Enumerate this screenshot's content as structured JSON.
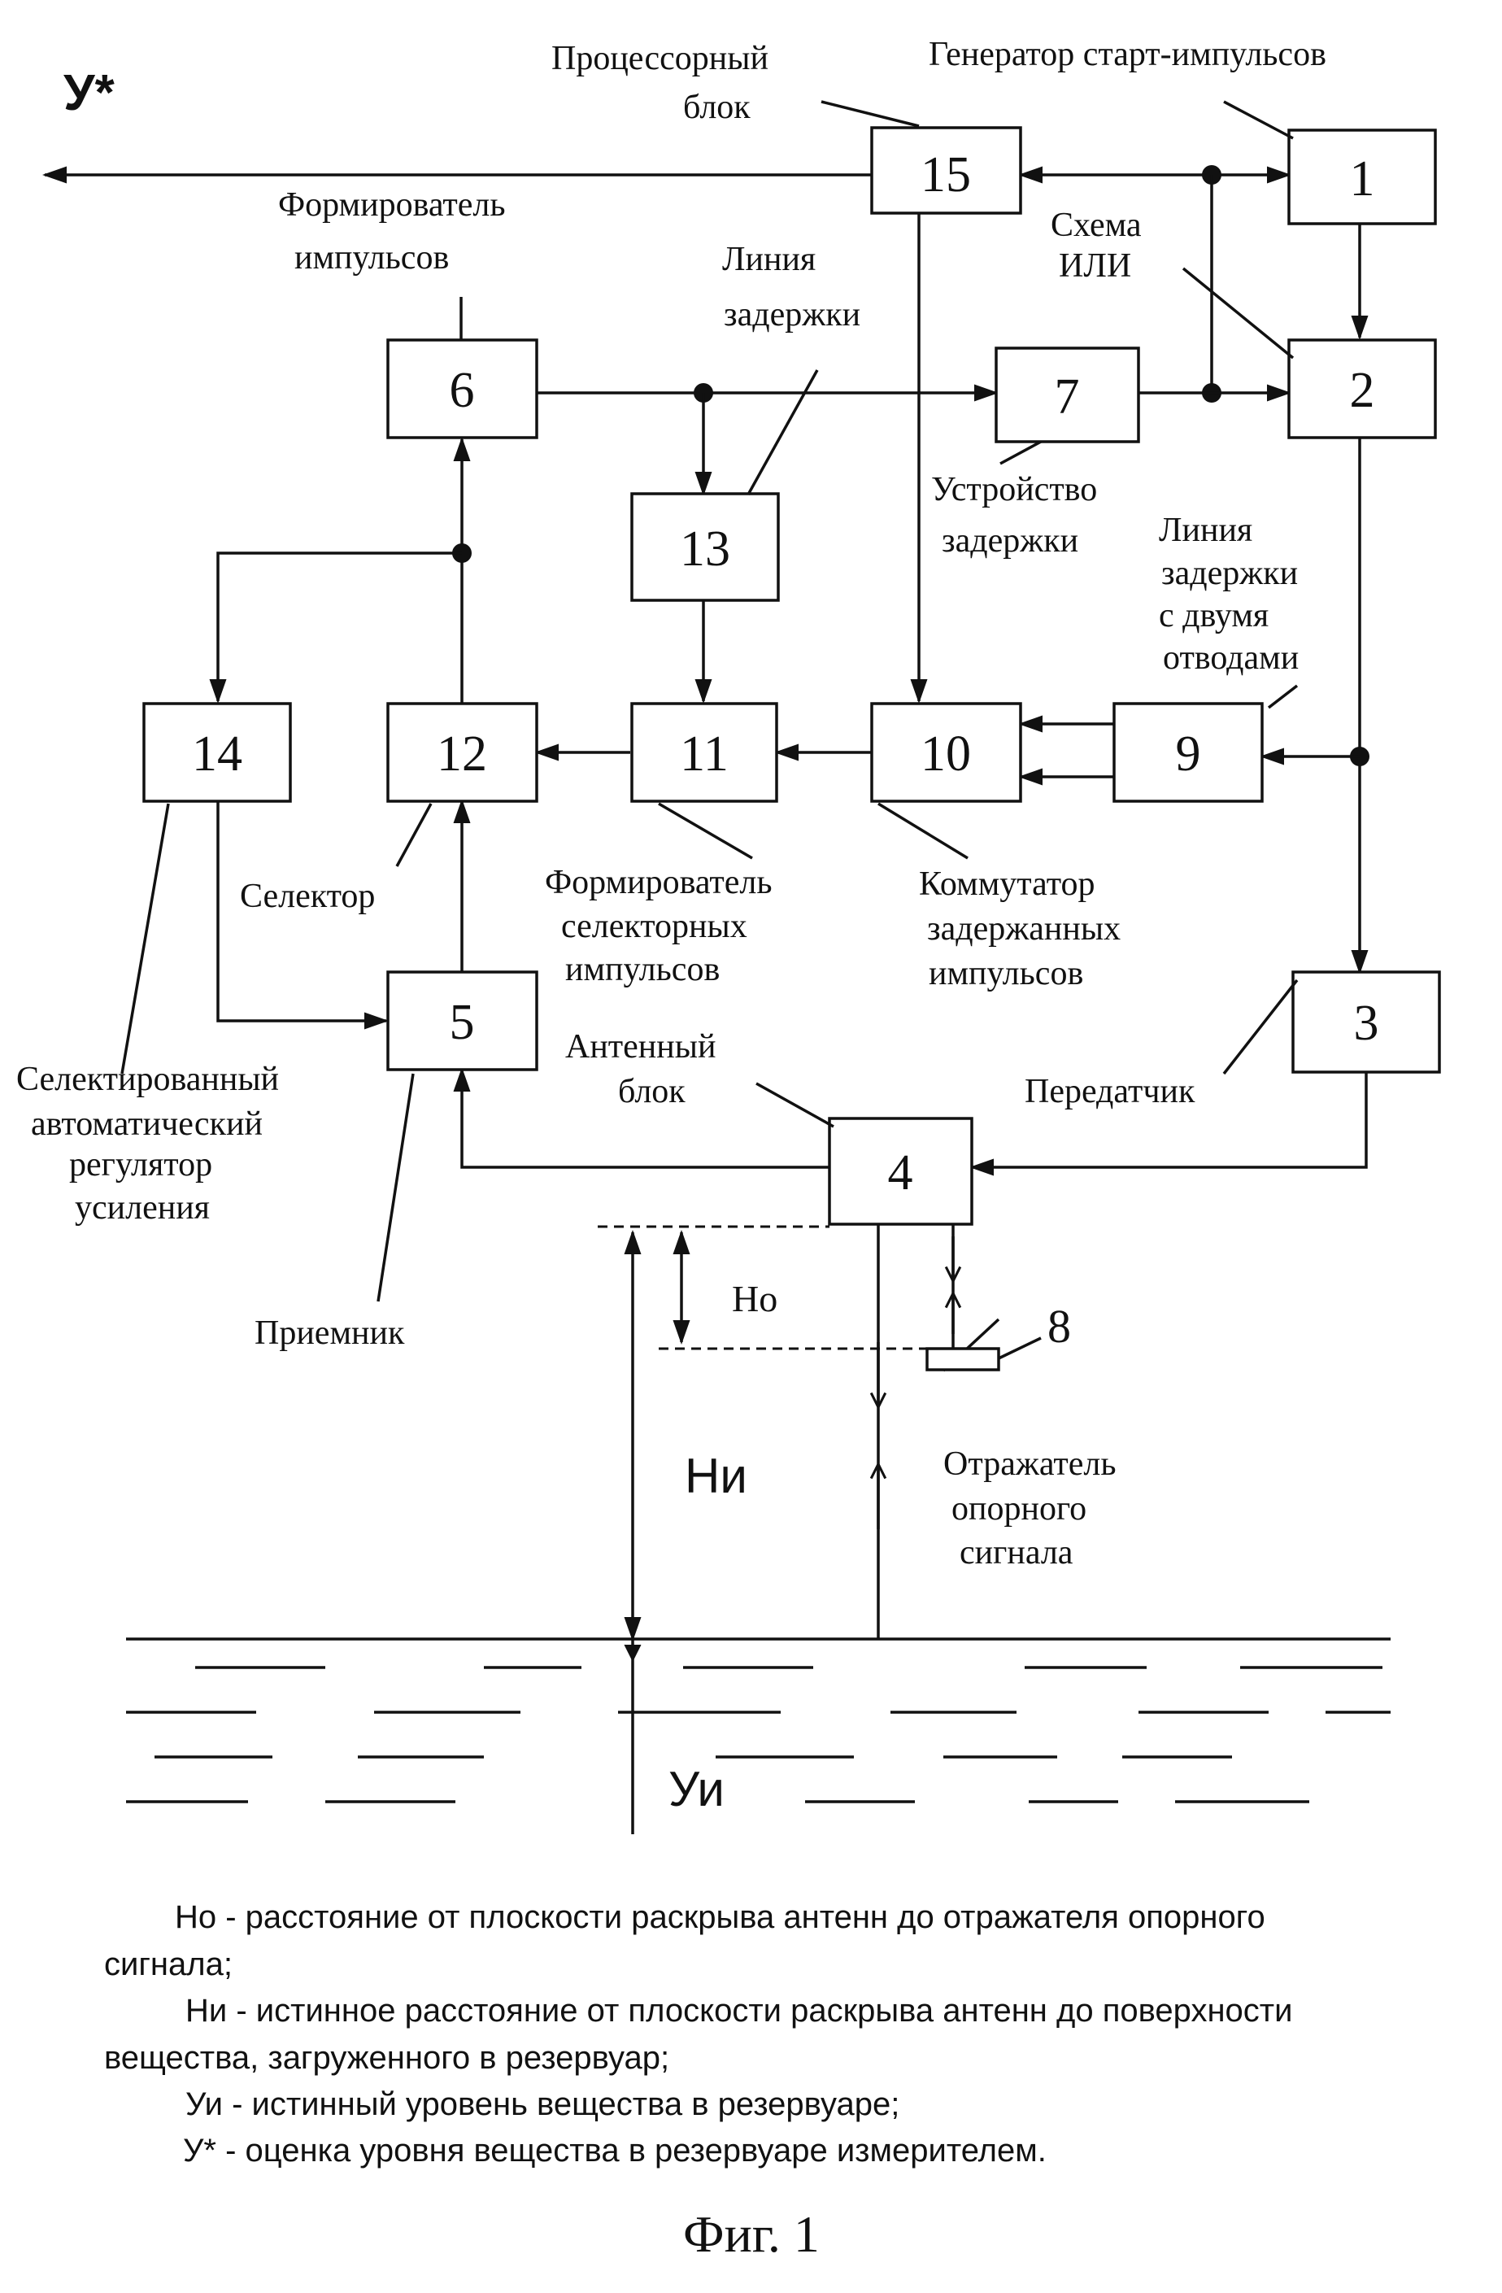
{
  "diagram": {
    "output_label": "У*",
    "blocks": {
      "b1": "1",
      "b2": "2",
      "b3": "3",
      "b4": "4",
      "b5": "5",
      "b6": "6",
      "b7": "7",
      "b9": "9",
      "b10": "10",
      "b11": "11",
      "b12": "12",
      "b13": "13",
      "b14": "14",
      "b15": "15"
    },
    "labels": {
      "processor_1": "Процессорный",
      "processor_2": "блок",
      "start_gen": "Генератор старт-импульсов",
      "or_1": "Схема",
      "or_2": "ИЛИ",
      "shaper_1": "Формирователь",
      "shaper_2": "импульсов",
      "delay_line_1": "Линия",
      "delay_line_2": "задержки",
      "delay_dev_1": "Устройство",
      "delay_dev_2": "задержки",
      "tap_line_1": "Линия",
      "tap_line_2": "задержки",
      "tap_line_3": "с двумя",
      "tap_line_4": "отводами",
      "selector": "Селектор",
      "sel_shaper_1": "Формирователь",
      "sel_shaper_2": "селекторных",
      "sel_shaper_3": "импульсов",
      "commutator_1": "Коммутатор",
      "commutator_2": "задержанных",
      "commutator_3": "импульсов",
      "agc_1": "Селектированный",
      "agc_2": "автоматический",
      "agc_3": "регулятор",
      "agc_4": "усиления",
      "antenna_1": "Антенный",
      "antenna_2": "блок",
      "transmitter": "Передатчик",
      "receiver": "Приемник",
      "reflector_num": "8",
      "reflector_1": "Отражатель",
      "reflector_2": "опорного",
      "reflector_3": "сигнала",
      "h0": "Hо",
      "hi": "Hи",
      "ui": "Уи"
    }
  },
  "legend": {
    "line1": "Но -  расстояние от плоскости раскрыва антенн до отражателя опорного",
    "line2": "сигнала;",
    "line3": "Ни -  истинное расстояние от плоскости раскрыва антенн до поверхности",
    "line4": "вещества,   загруженного в резервуар;",
    "line5": "Уи -  истинный уровень вещества в резервуаре;",
    "line6": "У* -  оценка уровня вещества  в резервуаре измерителем."
  },
  "caption": "Фиг. 1"
}
